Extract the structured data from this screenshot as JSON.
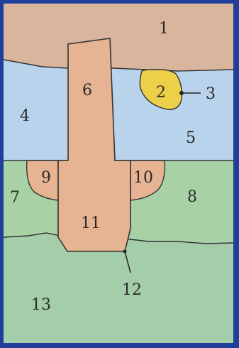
{
  "labels": [
    "1",
    "2",
    "3",
    "4",
    "5",
    "6",
    "7",
    "8",
    "9",
    "10",
    "11",
    "12",
    "13"
  ],
  "colors": {
    "frame": "#1f3f9a",
    "layer_top": "#d8b59c",
    "layer_blue": "#b9d3ec",
    "layer_green": "#a8d1a6",
    "intrusion": "#e6b492",
    "lens": "#ecd04a",
    "outline": "#333333"
  }
}
